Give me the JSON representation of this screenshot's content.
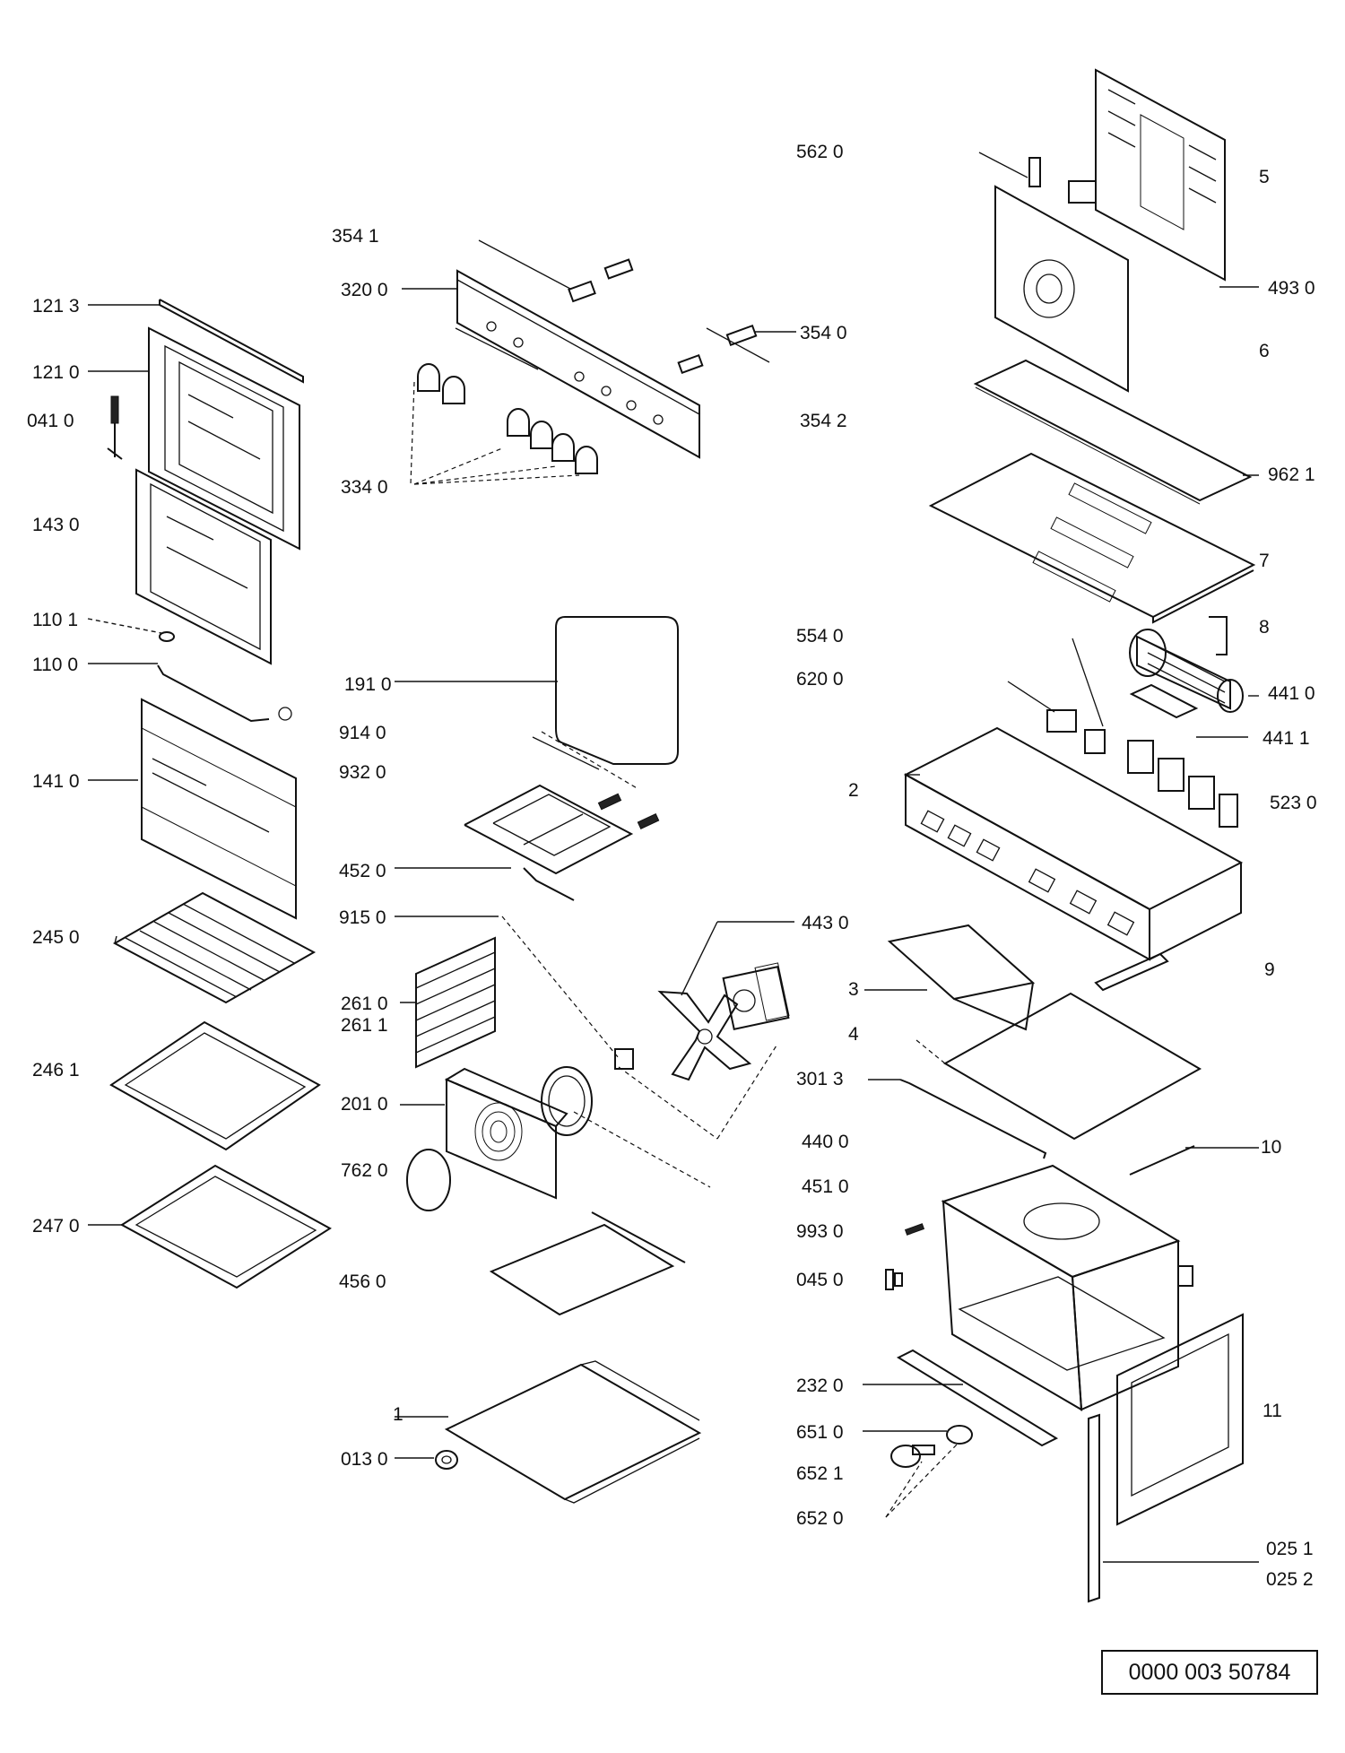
{
  "diagram": {
    "reference_number": "0000 003 50784",
    "labels": [
      {
        "id": "l-121-3",
        "text": "121 3"
      },
      {
        "id": "l-121-0",
        "text": "121 0"
      },
      {
        "id": "l-041-0",
        "text": "041 0"
      },
      {
        "id": "l-143-0",
        "text": "143 0"
      },
      {
        "id": "l-110-1",
        "text": "110 1"
      },
      {
        "id": "l-110-0",
        "text": "110 0"
      },
      {
        "id": "l-141-0",
        "text": "141 0"
      },
      {
        "id": "l-245-0",
        "text": "245 0"
      },
      {
        "id": "l-246-1",
        "text": "246 1"
      },
      {
        "id": "l-247-0",
        "text": "247 0"
      },
      {
        "id": "l-354-1",
        "text": "354 1"
      },
      {
        "id": "l-320-0",
        "text": "320 0"
      },
      {
        "id": "l-354-0",
        "text": "354 0"
      },
      {
        "id": "l-354-2",
        "text": "354 2"
      },
      {
        "id": "l-334-0",
        "text": "334 0"
      },
      {
        "id": "l-191-0",
        "text": "191 0"
      },
      {
        "id": "l-914-0",
        "text": "914 0"
      },
      {
        "id": "l-932-0",
        "text": "932 0"
      },
      {
        "id": "l-452-0",
        "text": "452 0"
      },
      {
        "id": "l-915-0",
        "text": "915 0"
      },
      {
        "id": "l-261-0",
        "text": "261 0"
      },
      {
        "id": "l-261-1",
        "text": "261 1"
      },
      {
        "id": "l-201-0",
        "text": "201 0"
      },
      {
        "id": "l-762-0",
        "text": "762 0"
      },
      {
        "id": "l-456-0",
        "text": "456 0"
      },
      {
        "id": "l-1",
        "text": "1"
      },
      {
        "id": "l-013-0",
        "text": "013 0"
      },
      {
        "id": "l-562-0",
        "text": "562 0"
      },
      {
        "id": "l-5",
        "text": "5"
      },
      {
        "id": "l-493-0",
        "text": "493 0"
      },
      {
        "id": "l-6",
        "text": "6"
      },
      {
        "id": "l-962-1",
        "text": "962 1"
      },
      {
        "id": "l-7",
        "text": "7"
      },
      {
        "id": "l-554-0",
        "text": "554 0"
      },
      {
        "id": "l-8",
        "text": "8"
      },
      {
        "id": "l-620-0",
        "text": "620 0"
      },
      {
        "id": "l-441-0",
        "text": "441 0"
      },
      {
        "id": "l-441-1",
        "text": "441 1"
      },
      {
        "id": "l-2",
        "text": "2"
      },
      {
        "id": "l-523-0",
        "text": "523 0"
      },
      {
        "id": "l-443-0",
        "text": "443 0"
      },
      {
        "id": "l-3",
        "text": "3"
      },
      {
        "id": "l-9",
        "text": "9"
      },
      {
        "id": "l-4",
        "text": "4"
      },
      {
        "id": "l-301-3",
        "text": "301 3"
      },
      {
        "id": "l-440-0",
        "text": "440 0"
      },
      {
        "id": "l-10",
        "text": "10"
      },
      {
        "id": "l-451-0",
        "text": "451 0"
      },
      {
        "id": "l-993-0",
        "text": "993 0"
      },
      {
        "id": "l-045-0",
        "text": "045 0"
      },
      {
        "id": "l-232-0",
        "text": "232 0"
      },
      {
        "id": "l-11",
        "text": "11"
      },
      {
        "id": "l-651-0",
        "text": "651 0"
      },
      {
        "id": "l-652-1",
        "text": "652 1"
      },
      {
        "id": "l-652-0",
        "text": "652 0"
      },
      {
        "id": "l-025-1",
        "text": "025 1"
      },
      {
        "id": "l-025-2",
        "text": "025 2"
      }
    ]
  }
}
